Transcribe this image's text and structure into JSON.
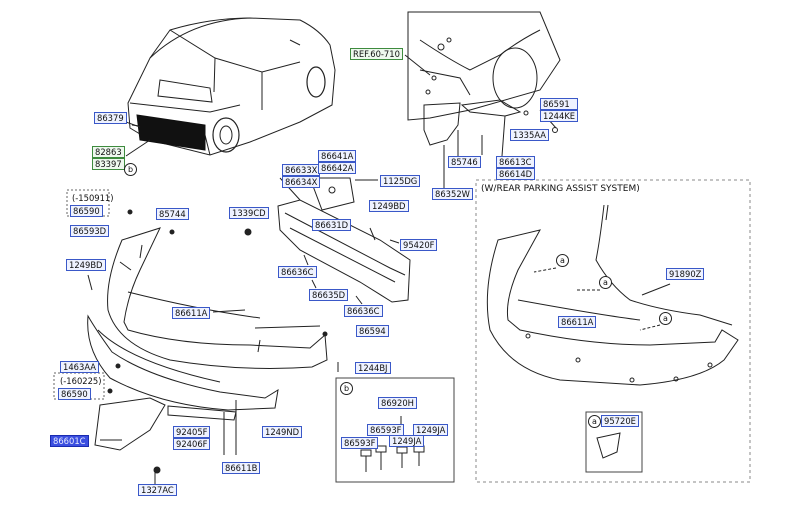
{
  "parts": {
    "p86379": "86379",
    "p82863": "82863",
    "p83397": "83397",
    "d150911": "(-150911)",
    "p86590a": "86590",
    "p86593D": "86593D",
    "p85744": "85744",
    "p1249BDa": "1249BD",
    "p1339CD": "1339CD",
    "p86633X": "86633X",
    "p86634X": "86634X",
    "p86641A": "86641A",
    "p86642A": "86642A",
    "p1125DG": "1125DG",
    "p86631D": "86631D",
    "p1249BDb": "1249BD",
    "p95420F": "95420F",
    "p86636C": "86636C",
    "p86635D": "86635D",
    "p86636C_b": "86636C",
    "p86611A": "86611A",
    "p86594": "86594",
    "p1244BJ": "1244BJ",
    "p1463AA": "1463AA",
    "d160225": "(-160225)",
    "p86590b": "86590",
    "p86601C": "86601C",
    "p92405F": "92405F",
    "p92406F": "92406F",
    "p1249ND": "1249ND",
    "p86611B": "86611B",
    "p1327AC": "1327AC",
    "ref": "REF.60-710",
    "p86591": "86591",
    "p1244KE": "1244KE",
    "p1335AA": "1335AA",
    "p85746": "85746",
    "p86613C": "86613C",
    "p86614D": "86614D",
    "p86352W": "86352W",
    "b_p86920H": "86920H",
    "b_p86593F": "86593F",
    "b_p1249JA": "1249JA",
    "b_p86593F2": "86593F",
    "b_p1249JA2": "1249JA",
    "pas_title": "(W/REAR PARKING ASSIST SYSTEM)",
    "p91890Z": "91890Z",
    "p86611A_pas": "86611A",
    "p95720E": "95720E"
  },
  "callouts": {
    "a": "a",
    "b": "b"
  }
}
